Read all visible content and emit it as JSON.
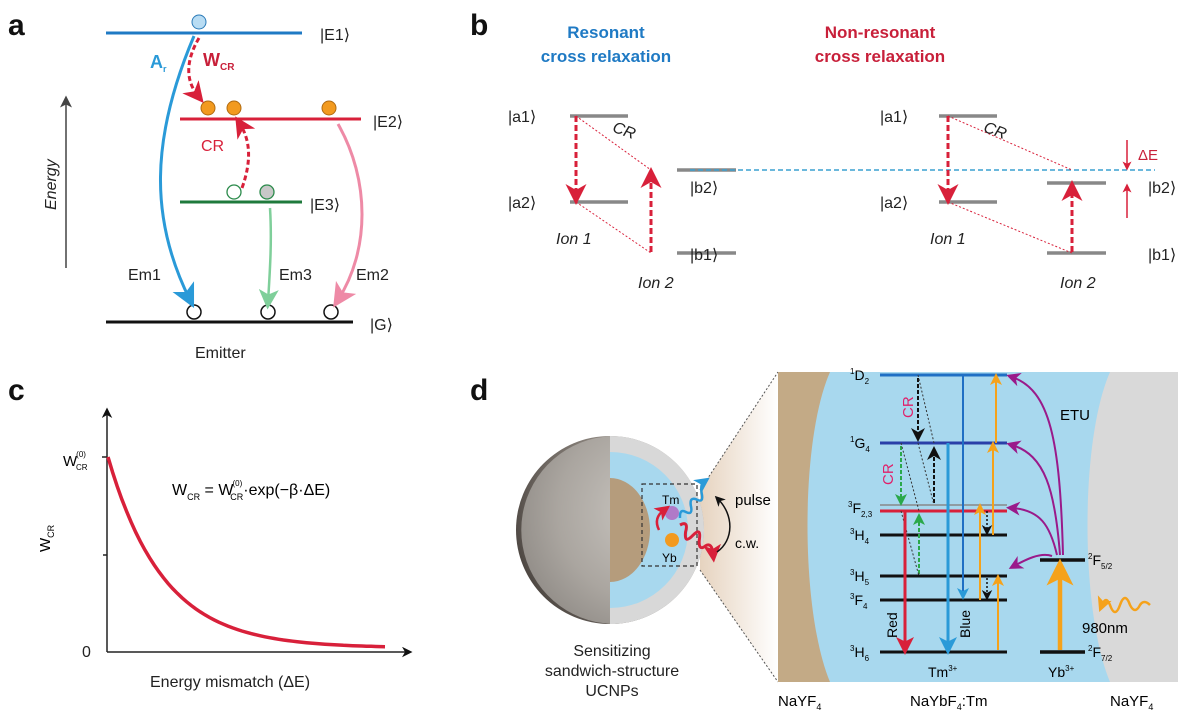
{
  "panels": {
    "a": {
      "label": "a",
      "levels": [
        "|E1⟩",
        "|E2⟩",
        "|E3⟩",
        "|G⟩"
      ],
      "axis_label": "Energy",
      "ar_label": "A",
      "ar_sub": "r",
      "wcr_label": "W",
      "wcr_sub": "CR",
      "cr_label": "CR",
      "em1": "Em1",
      "em2": "Em2",
      "em3": "Em3",
      "caption": "Emitter",
      "colors": {
        "E1": "#1f7ac4",
        "E2": "#d8203a",
        "E3": "#1f7a3c",
        "G": "#111111",
        "Em1": "#2a9ad8",
        "Em2": "#ee8aa6",
        "Em3": "#7fcf9a",
        "particle": "#f29a1f"
      }
    },
    "b": {
      "label": "b",
      "resonant_title_1": "Resonant",
      "resonant_title_2": "cross relaxation",
      "nonresonant_title_1": "Non-resonant",
      "nonresonant_title_2": "cross relaxation",
      "a1": "|a1⟩",
      "a2": "|a2⟩",
      "b1": "|b1⟩",
      "b2": "|b2⟩",
      "cr": "CR",
      "ion1": "Ion 1",
      "ion2": "Ion 2",
      "delta_e": "ΔE",
      "colors": {
        "resonant": "#1f7ac4",
        "nonresonant": "#c8203a",
        "level": "#888888",
        "dashed_ref": "#3aa0d0"
      }
    },
    "c": {
      "label": "c",
      "equation_lhs": "W",
      "equation_lhs_sub": "CR",
      "equation_eq": " = W",
      "equation_sup": "(0)",
      "equation_sub": "CR",
      "equation_rest": "·exp(−β·ΔE)",
      "ytick_top": "W",
      "ytick_top_sup": "(0)",
      "ytick_top_sub": "CR",
      "ytick_zero": "0",
      "ylabel": "W",
      "ylabel_sub": "CR",
      "xlabel": "Energy mismatch (ΔE)"
    },
    "d": {
      "label": "d",
      "tm": "Tm",
      "yb": "Yb",
      "pulse": "pulse",
      "cw": "c.w.",
      "caption_1": "Sensitizing",
      "caption_2": "sandwich-structure",
      "caption_3": "UCNPs",
      "tm_levels": [
        {
          "sup": "1",
          "base": "D",
          "sub": "2"
        },
        {
          "sup": "1",
          "base": "G",
          "sub": "4"
        },
        {
          "sup": "3",
          "base": "F",
          "sub": "2,3"
        },
        {
          "sup": "3",
          "base": "H",
          "sub": "4"
        },
        {
          "sup": "3",
          "base": "H",
          "sub": "5"
        },
        {
          "sup": "3",
          "base": "F",
          "sub": "4"
        },
        {
          "sup": "3",
          "base": "H",
          "sub": "6"
        }
      ],
      "yb_levels": [
        {
          "sup": "2",
          "base": "F",
          "sub": "5/2"
        },
        {
          "sup": "2",
          "base": "F",
          "sub": "7/2"
        }
      ],
      "cr": "CR",
      "etu": "ETU",
      "red": "Red",
      "blue": "Blue",
      "excitation": "980nm",
      "tm_ion": "Tm",
      "tm_ion_sup": "3+",
      "yb_ion": "Yb",
      "yb_ion_sup": "3+",
      "layer_left": "NaYF",
      "layer_left_sub": "4",
      "layer_mid": "NaYbF",
      "layer_mid_sub": "4",
      "layer_mid_rest": ":Tm",
      "layer_right": "NaYF",
      "layer_right_sub": "4",
      "colors": {
        "core_shell": "#a8d8ee",
        "inner": "#c3aa86",
        "outer": "#d9d9d9",
        "etu": "#9a1a8a",
        "orange": "#f5a21b",
        "red": "#d8203a",
        "blue": "#2a9ad8"
      }
    }
  }
}
